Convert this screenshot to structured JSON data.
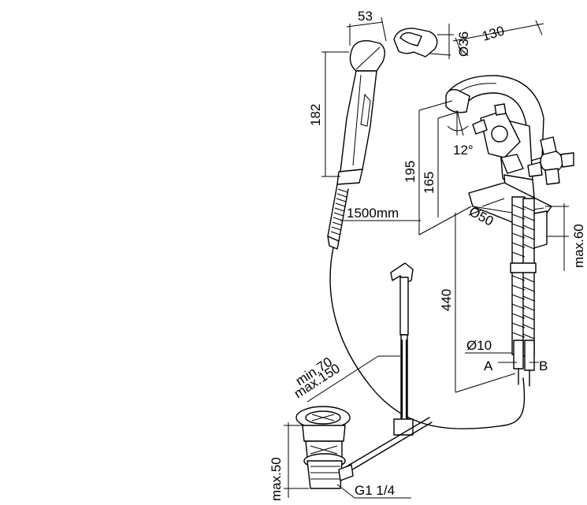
{
  "dimensions": {
    "handshower_width": "53",
    "holder_diameter": "Ø36",
    "spout_reach": "130",
    "handshower_length": "182",
    "hose_length": "1500mm",
    "height_total": "195",
    "height_spout": "165",
    "swivel_angle": "12°",
    "base_diameter": "Ø50",
    "deck_thickness": "max.60",
    "supply_length": "440",
    "supply_diameter": "Ø10",
    "supply_a": "A",
    "supply_b": "B",
    "rod_min": "min.70",
    "rod_max": "max.150",
    "waste_height": "max.50",
    "waste_thread": "G1 1/4"
  },
  "colors": {
    "line": "#000000",
    "background": "#ffffff"
  }
}
